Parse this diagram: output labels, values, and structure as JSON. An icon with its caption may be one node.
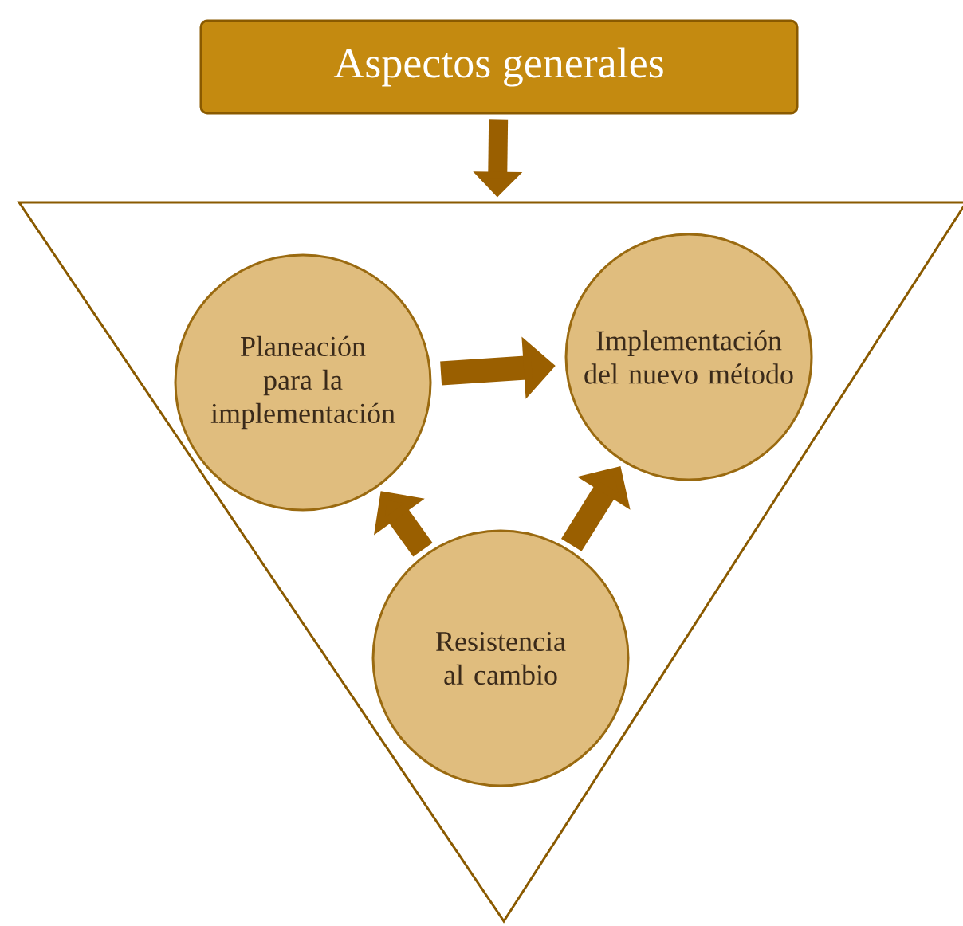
{
  "diagram": {
    "nodes": [
      {
        "text": [
          "Aspectos generales"
        ]
      },
      {
        "text": [],
        "shape": "triangle"
      },
      {
        "text": [
          "Planeación para la implementación"
        ],
        "in": 1
      },
      {
        "text": [
          "Implementación del nuevo método"
        ],
        "in": 1
      },
      {
        "text": [
          "Resistencia al cambio"
        ],
        "in": 1
      }
    ],
    "edges": [
      {
        "from": 0,
        "to": 1,
        "arrow": "to"
      },
      {
        "from": 2,
        "to": 3,
        "arrow": "to"
      },
      {
        "from": 4,
        "to": 2,
        "arrow": "to"
      },
      {
        "from": 4,
        "to": 3,
        "arrow": "to"
      }
    ]
  }
}
